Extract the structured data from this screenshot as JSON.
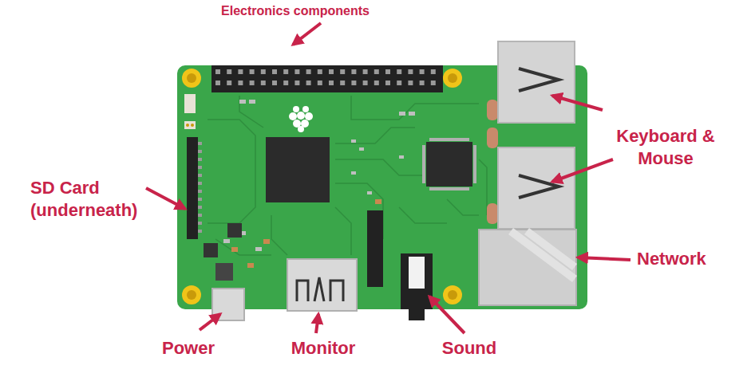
{
  "diagram": {
    "labels": [
      "Electronics components",
      "Keyboard & Mouse",
      "SD Card (underneath)",
      "Network",
      "Power",
      "Monitor",
      "Sound"
    ]
  }
}
